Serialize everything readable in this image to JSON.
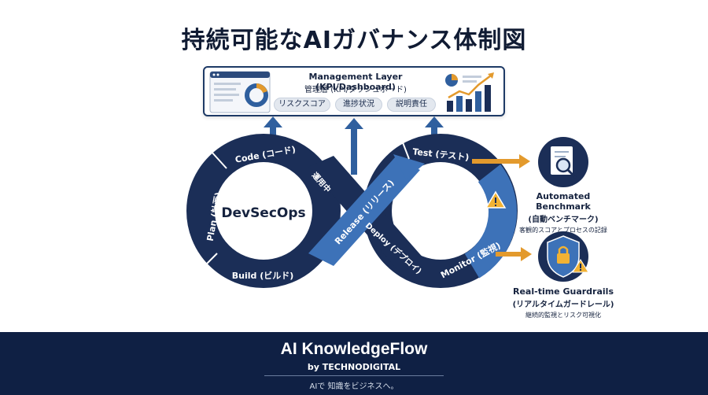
{
  "title": "持続可能なAIガバナンス体制図",
  "management": {
    "title": "Management Layer (KPI/Dashboard)",
    "subtitle": "管理層 (KPI/ダッシュボード)",
    "chips": [
      "リスクスコア",
      "進捗状況",
      "説明責任"
    ]
  },
  "loop": {
    "center": "DevSecOps",
    "stages": {
      "plan": "Plan (計画)",
      "code": "Code (コード)",
      "build": "Build (ビルド)",
      "operate": "運用中",
      "release": "Release (リリース)",
      "test": "Test (テスト)",
      "deploy": "Deploy (デプロイ)",
      "monitor": "Monitor (監視)"
    }
  },
  "benchmark": {
    "title": "Automated Benchmark",
    "subtitle": "(自動ベンチマーク)",
    "desc": "客観的スコアとプロセスの記録"
  },
  "guardrails": {
    "title": "Real-time Guardrails",
    "subtitle": "(リアルタイムガードレール)",
    "desc": "継続的監視とリスク可視化"
  },
  "footer": {
    "title": "AI KnowledgeFlow",
    "subtitle": "by TECHNODIGITAL",
    "tagline": "AIで 知識をビジネスへ。"
  },
  "colors": {
    "navy": "#1b2e57",
    "blue": "#2f5f9e",
    "light_blue": "#3d72b8",
    "orange": "#e39a2d",
    "footer": "#0f2044"
  }
}
